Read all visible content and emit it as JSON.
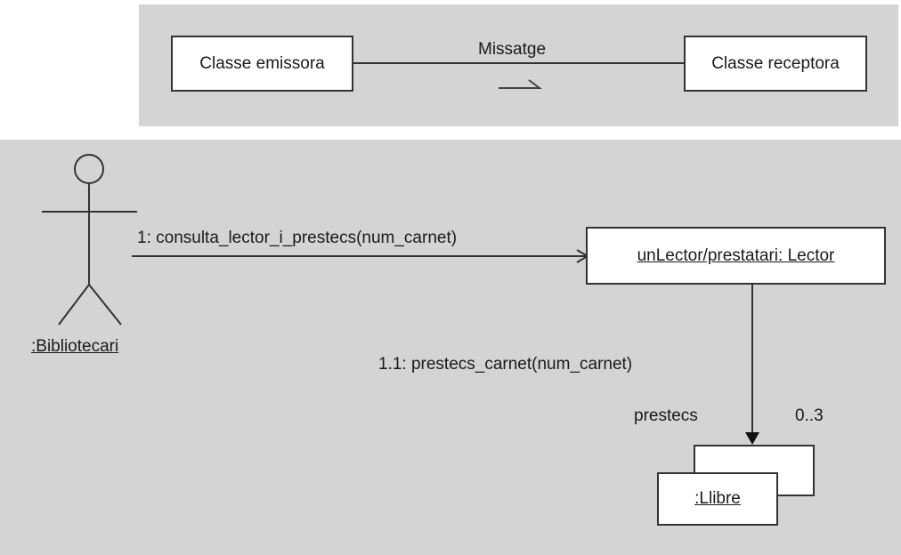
{
  "legend": {
    "sender_class": "Classe emissora",
    "message_label": "Missatge",
    "receiver_class": "Classe receptora"
  },
  "diagram": {
    "actor_name": ":Bibliotecari",
    "lector_object": "unLector/prestatari: Lector",
    "llibre_object": ":Llibre",
    "message_1": "1: consulta_lector_i_prestecs(num_carnet)",
    "message_1_1": "1.1: prestecs_carnet(num_carnet)",
    "role_name": "prestecs",
    "multiplicity": "0..3"
  },
  "colors": {
    "panel_background": "#d4d4d4",
    "box_background": "#ffffff",
    "line_color": "#333333"
  }
}
